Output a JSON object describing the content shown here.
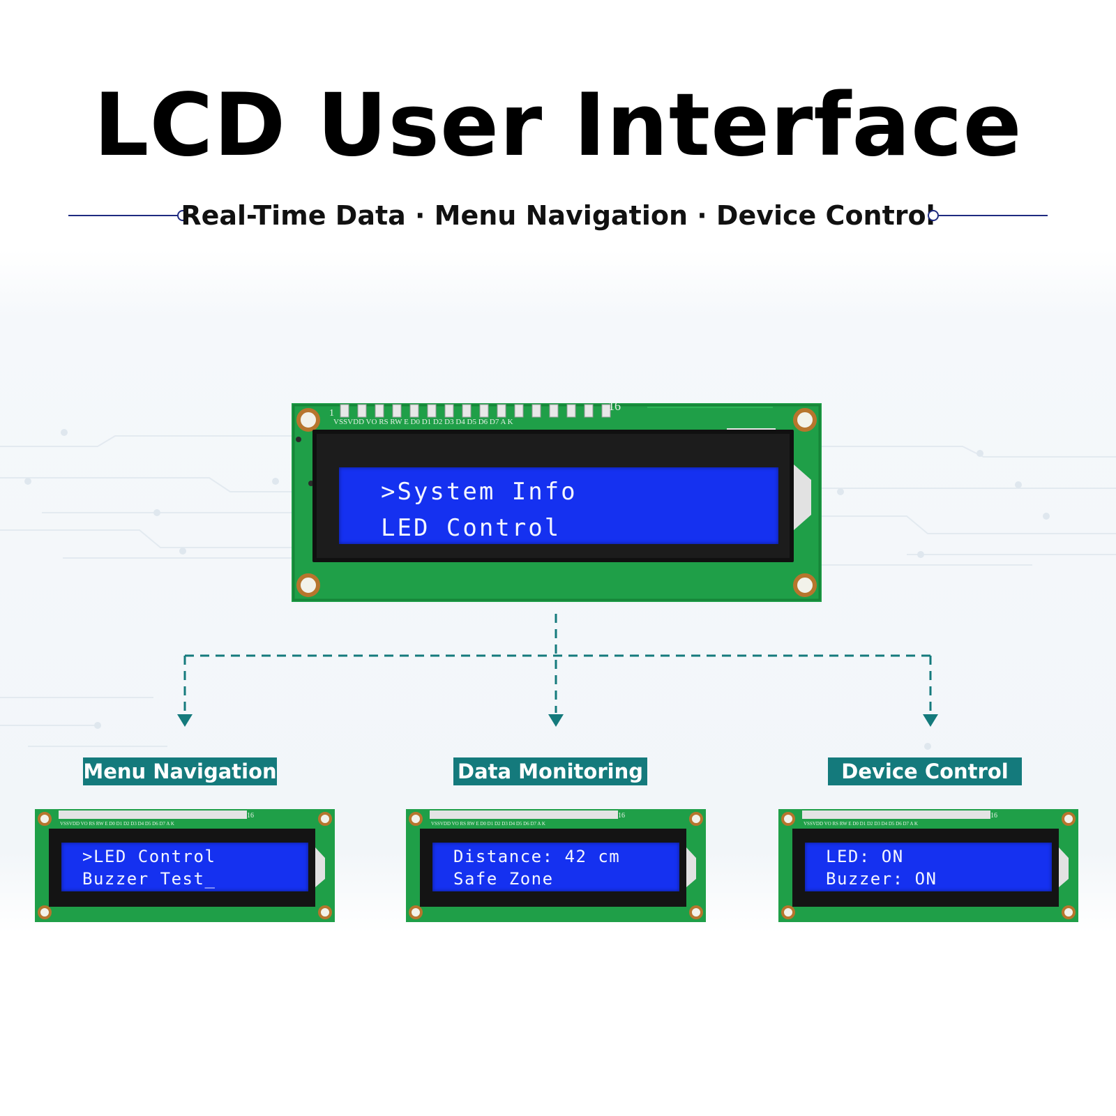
{
  "title": "LCD User Interface",
  "subtitle": "Real-Time Data · Menu Navigation · Device Control",
  "colors": {
    "pcb_green": "#21a84c",
    "lcd_blue": "#1531f0",
    "accent_teal": "#147a7c",
    "divider_navy": "#1e2a80"
  },
  "pin_labels": "VSSVDD VO RS RW E D0 D1 D2 D3 D4 D5 D6 D7 A K",
  "pin_number_first": "1",
  "pin_number_last": "16",
  "main_lcd": {
    "line1": ">System Info",
    "line2": "LED Control"
  },
  "panels": [
    {
      "label": "Menu Navigation",
      "line1": ">LED Control",
      "line2": "Buzzer Test_"
    },
    {
      "label": "Data Monitoring",
      "line1": "Distance: 42 cm",
      "line2": "Safe Zone"
    },
    {
      "label": "Device Control",
      "line1": "LED: ON",
      "line2": "Buzzer: ON"
    }
  ]
}
